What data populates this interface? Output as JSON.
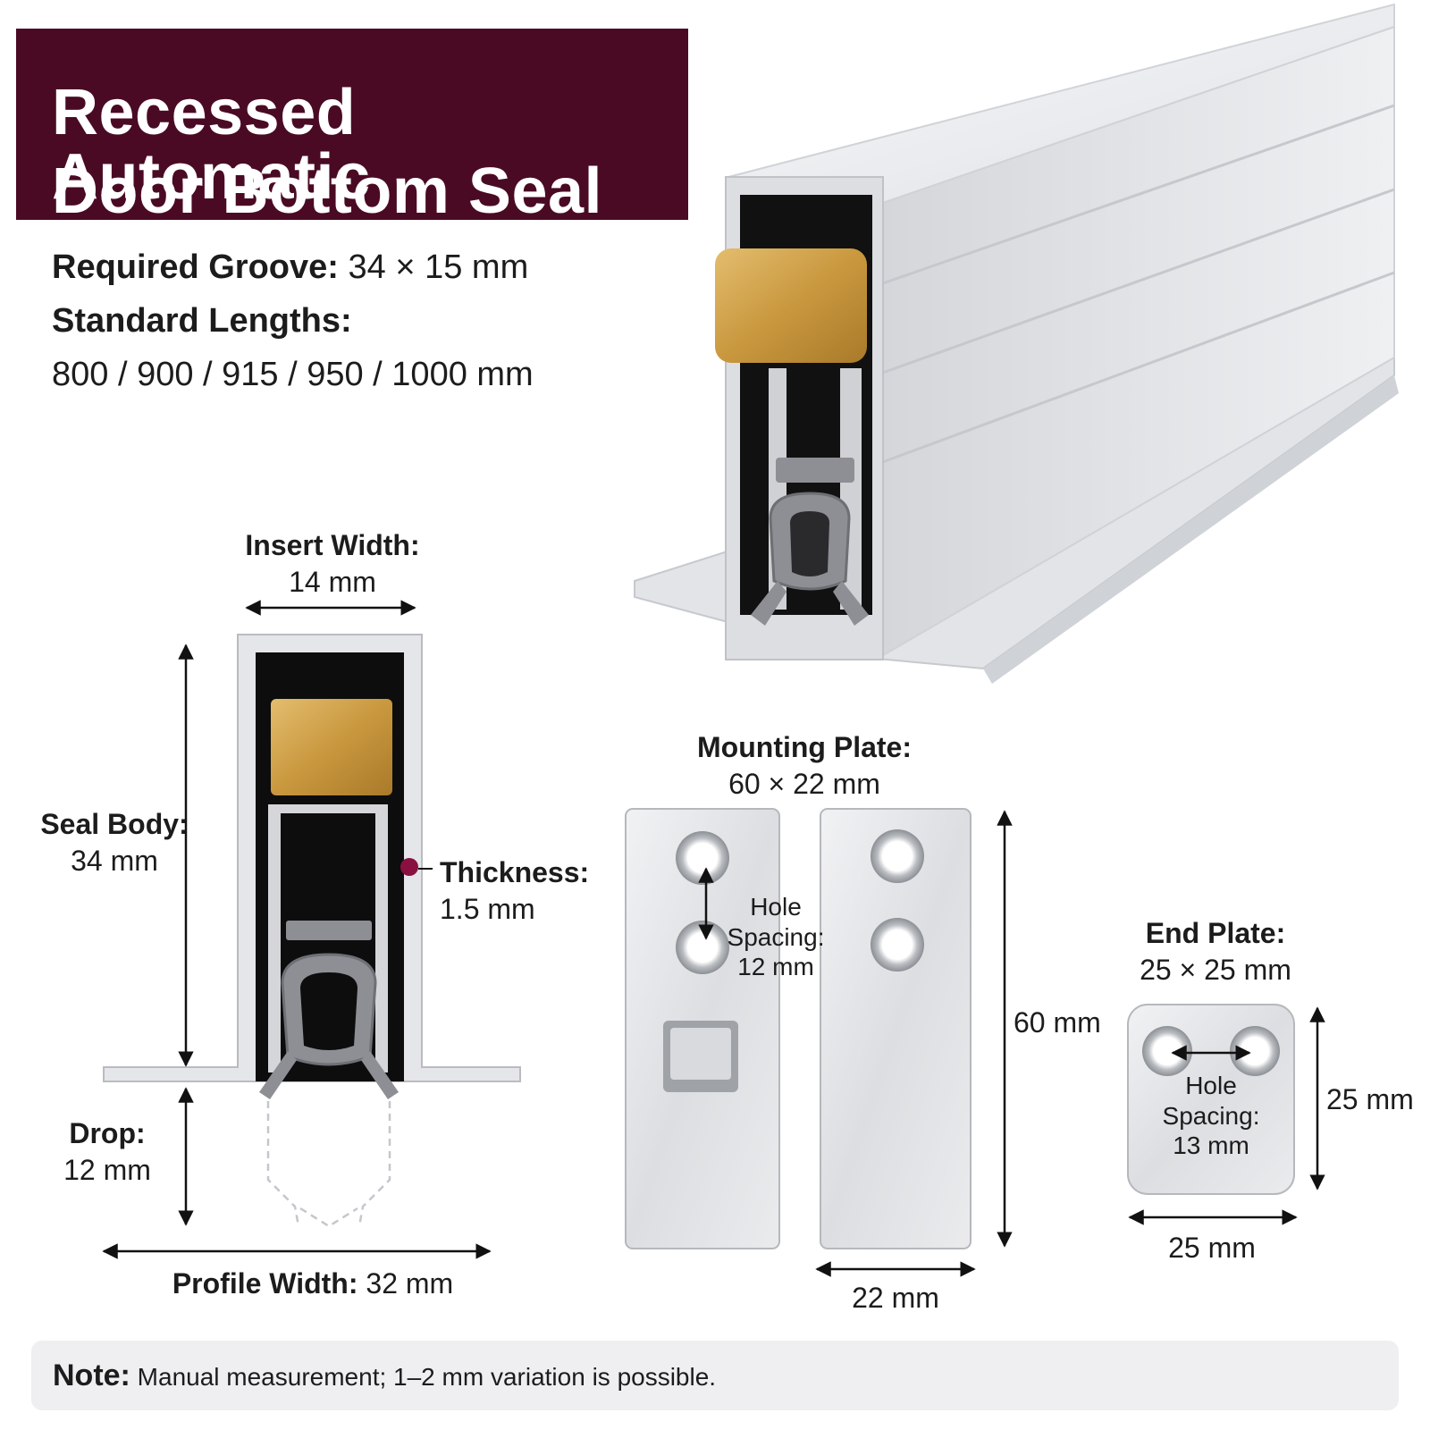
{
  "title": {
    "line1": "Recessed Automatic",
    "line2": "Door Bottom Seal"
  },
  "specs": {
    "groove_label": "Required Groove:",
    "groove_value": "34 × 15 mm",
    "lengths_label": "Standard Lengths:",
    "lengths_value": "800 / 900 / 915 / 950 / 1000 mm"
  },
  "profile": {
    "insert_width_label": "Insert Width:",
    "insert_width_value": "14 mm",
    "seal_body_label": "Seal Body:",
    "seal_body_value": "34 mm",
    "thickness_label": "Thickness:",
    "thickness_value": "1.5 mm",
    "drop_label": "Drop:",
    "drop_value": "12 mm",
    "profile_width_label": "Profile Width:",
    "profile_width_value": "32 mm"
  },
  "mounting_plate": {
    "label": "Mounting Plate:",
    "size": "60 × 22 mm",
    "hole_spacing_label_1": "Hole",
    "hole_spacing_label_2": "Spacing:",
    "hole_spacing_value": "12 mm",
    "height_value": "60 mm",
    "width_value": "22 mm"
  },
  "end_plate": {
    "label": "End Plate:",
    "size": "25 × 25 mm",
    "hole_spacing_label_1": "Hole",
    "hole_spacing_label_2": "Spacing:",
    "hole_spacing_value": "13 mm",
    "height_value": "25 mm",
    "width_value": "25 mm"
  },
  "note": {
    "label": "Note:",
    "text": "Manual measurement; 1–2 mm variation is possible."
  },
  "colors": {
    "title_bg": "#4a0a24",
    "accent_dot": "#8a1040",
    "brass": "#c9983e",
    "aluminum": "#e6e7ea",
    "gasket": "#8d8f94"
  }
}
